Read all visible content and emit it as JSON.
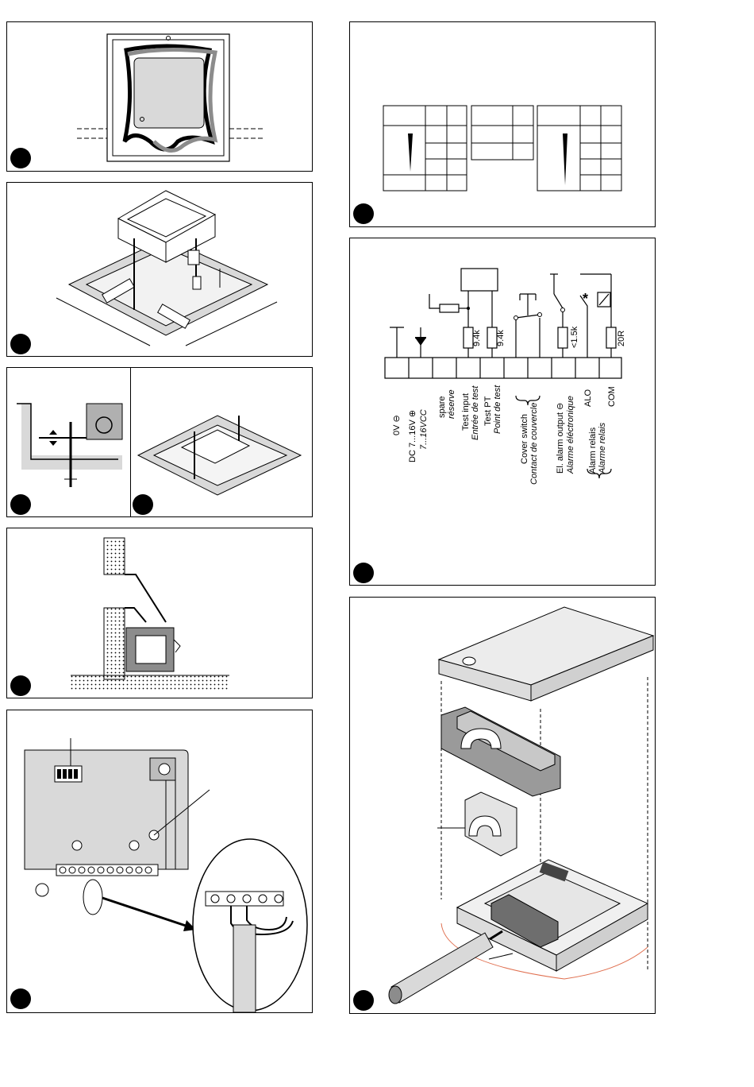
{
  "terminals": {
    "t1": {
      "label": "0V ⊖"
    },
    "t2": {
      "label": "DC 7...16V ⊕",
      "sub": "7...16VCC"
    },
    "t3": {
      "label": "spare",
      "sub": "réserve"
    },
    "t4": {
      "label": "Test input",
      "sub": "Entrée de test"
    },
    "t5": {
      "label": "Test PT",
      "sub": "Point de test"
    },
    "t6": {
      "label": "Cover switch",
      "sub": "Contact de couvercle"
    },
    "t7": {
      "label": "El. alarm output ⊖",
      "sub": "Alarme éléctronique"
    },
    "t8": {
      "label": "ALO",
      "group": "Alarm relais",
      "sub": "Alarme relais"
    },
    "t9": {
      "label": "COM"
    }
  },
  "components": {
    "r_test_input": "9.4k",
    "r_test_pt": "9.4k",
    "r_alarm": "<1.5k",
    "r_com": "20R",
    "relay_mark": "*"
  },
  "colors": {
    "line": "#000000",
    "gray": "#8c8c8c",
    "light_gray": "#d9d9d9",
    "mid_gray": "#b0b0b0",
    "accent": "#e07050"
  }
}
